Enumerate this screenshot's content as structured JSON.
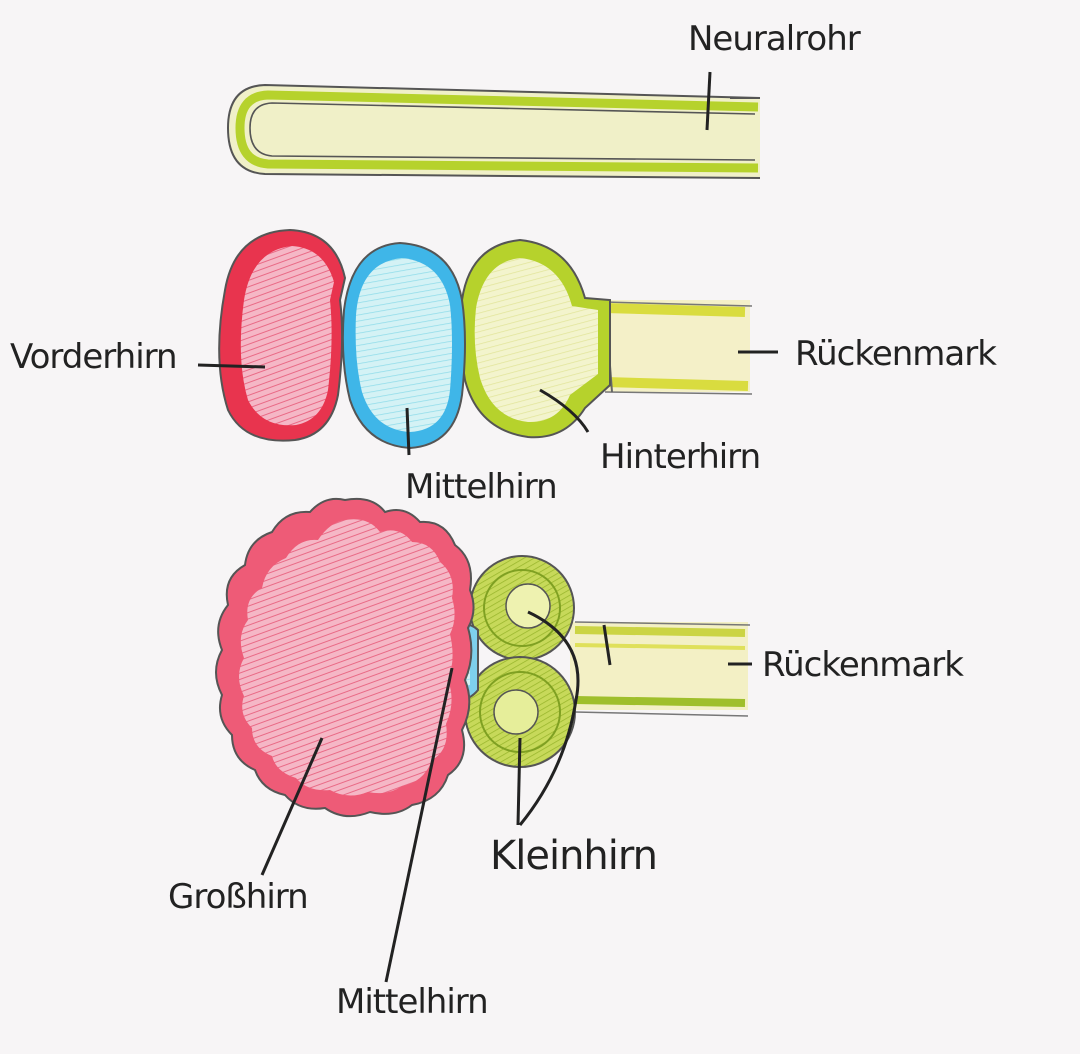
{
  "labels": {
    "neural_tube": "Neuralrohr",
    "forebrain": "Vorderhirn",
    "midbrain_stage2": "Mittelhirn",
    "hindbrain": "Hinterhirn",
    "spinal_cord_stage2": "Rückenmark",
    "cerebrum": "Großhirn",
    "midbrain_stage3": "Mittelhirn",
    "cerebellum": "Kleinhirn",
    "spinal_cord_stage3": "Rückenmark"
  },
  "colors": {
    "background": "#f7f5f6",
    "green_outline": "#b6d22c",
    "green_fill": "#eeefbf",
    "red": "#e8344e",
    "pink_fill": "#f3a3b8",
    "blue": "#3fb6e8",
    "blue_fill": "#cdf0f4",
    "yellow_green_fill": "#f1f3c6",
    "dark_green": "#8fb31f",
    "spinal_yellow": "#dfe05a",
    "ink": "#222222"
  }
}
